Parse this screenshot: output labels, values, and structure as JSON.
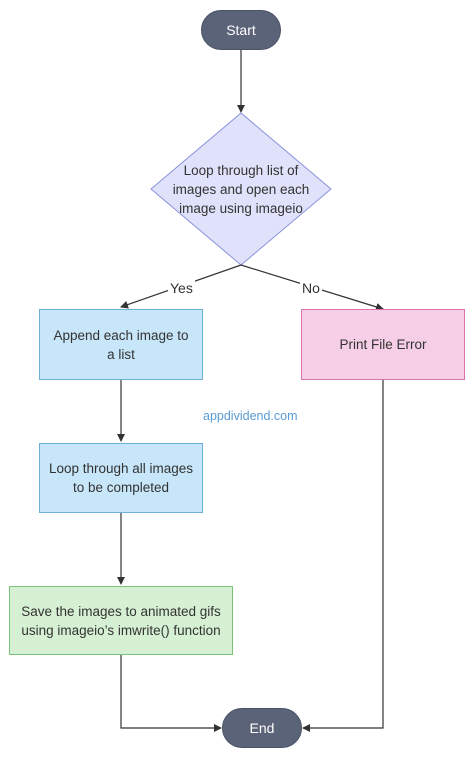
{
  "flowchart": {
    "start": "Start",
    "decision": "Loop through list of images and open each image using imageio",
    "yes_label": "Yes",
    "no_label": "No",
    "append": "Append each image to a list",
    "error": "Print File Error",
    "loop": "Loop through all images to be completed",
    "save": "Save the images to animated gifs using imageio’s imwrite() function",
    "end": "End"
  },
  "watermark": "appdividend.com",
  "colors": {
    "terminal": "#5b6379",
    "decision_fill": "#dfe2fa",
    "decision_stroke": "#8a92dd",
    "process_blue": "#c7e6f9",
    "process_green": "#d6f0d3",
    "process_pink": "#f6cfe6",
    "line": "#333333"
  }
}
